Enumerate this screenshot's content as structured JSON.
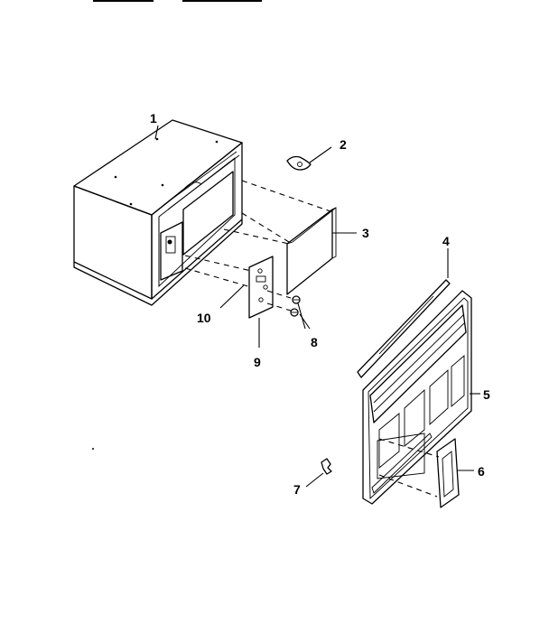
{
  "callouts": [
    {
      "id": "1",
      "text": "1"
    },
    {
      "id": "2",
      "text": "2"
    },
    {
      "id": "3",
      "text": "3"
    },
    {
      "id": "4",
      "text": "4"
    },
    {
      "id": "5",
      "text": "5"
    },
    {
      "id": "6",
      "text": "6"
    },
    {
      "id": "7",
      "text": "7"
    },
    {
      "id": "8",
      "text": "8"
    },
    {
      "id": "9",
      "text": "9"
    },
    {
      "id": "10",
      "text": "10"
    }
  ],
  "colors": {
    "ink": "#000000",
    "paper": "#ffffff"
  }
}
